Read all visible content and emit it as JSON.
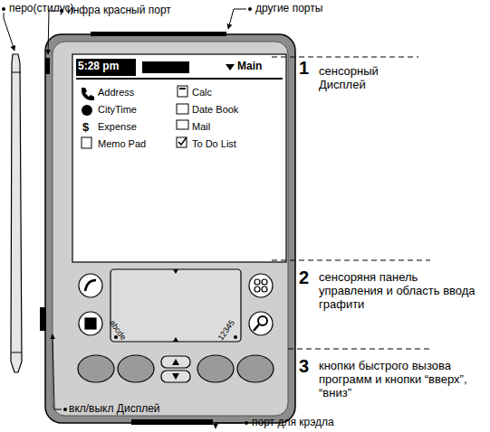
{
  "diagram": {
    "labels": [
      "перо(стилус)",
      "инфра красный порт",
      "другие порты",
      "5:28 pm",
      "Main",
      "1",
      "сенсорный Дисплей",
      "Address",
      "Calc",
      "CityTime",
      "Date Book",
      "Expense",
      "Mail",
      "Memo Pad",
      "To Do List",
      "2",
      "сенсоряня панель управления и область ввода графити",
      "abcde",
      "12345",
      "3",
      "кнопки быстрого вызова программ и кнопки “вверх”, “вниз”",
      "вкл/выкл Дисплей",
      "порт для крэдла"
    ]
  }
}
